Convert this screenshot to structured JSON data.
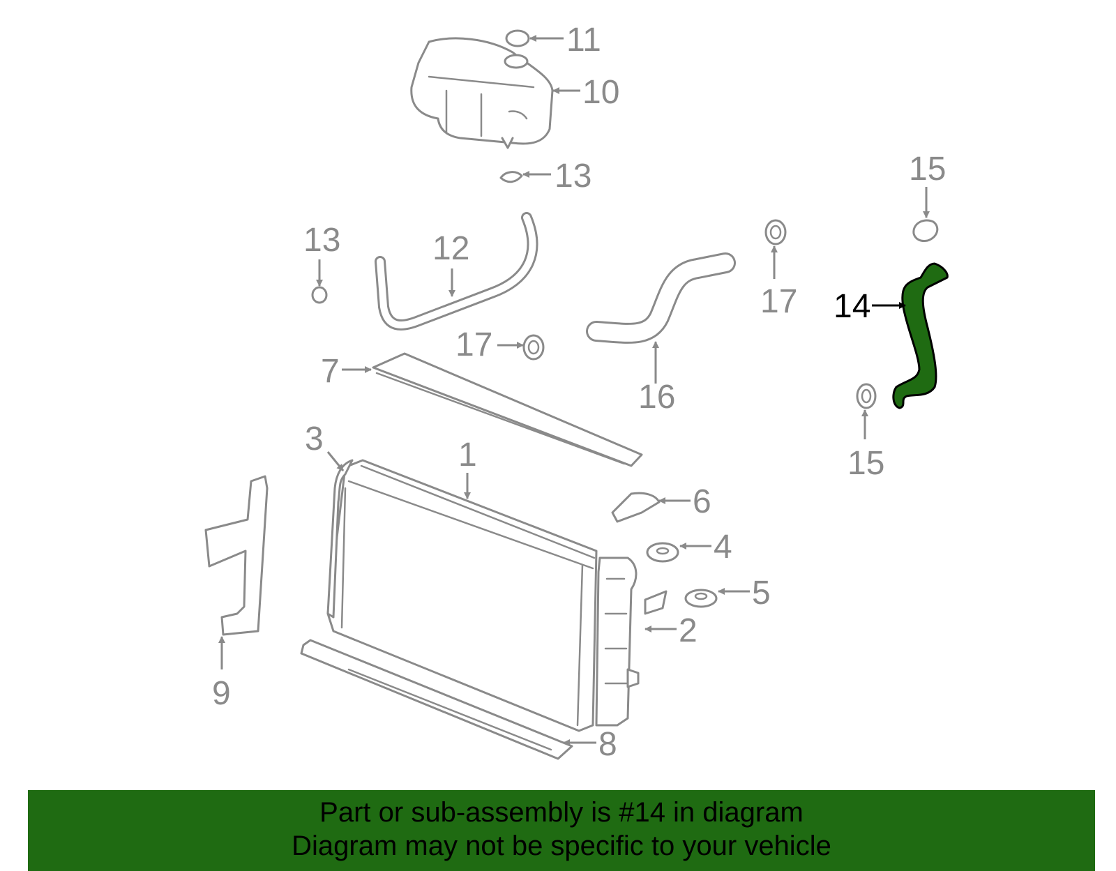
{
  "diagram": {
    "highlight_color": "#1f6b12",
    "part_color": "#8a8a8a",
    "highlighted_part": "14",
    "callouts": [
      "1",
      "2",
      "3",
      "4",
      "5",
      "6",
      "7",
      "8",
      "9",
      "10",
      "11",
      "12",
      "13",
      "13",
      "14",
      "15",
      "15",
      "16",
      "17",
      "17"
    ]
  },
  "banner": {
    "line1": "Part or sub-assembly is #14 in diagram",
    "line2": "Diagram may not be specific to your vehicle",
    "background": "#1f6b12"
  }
}
